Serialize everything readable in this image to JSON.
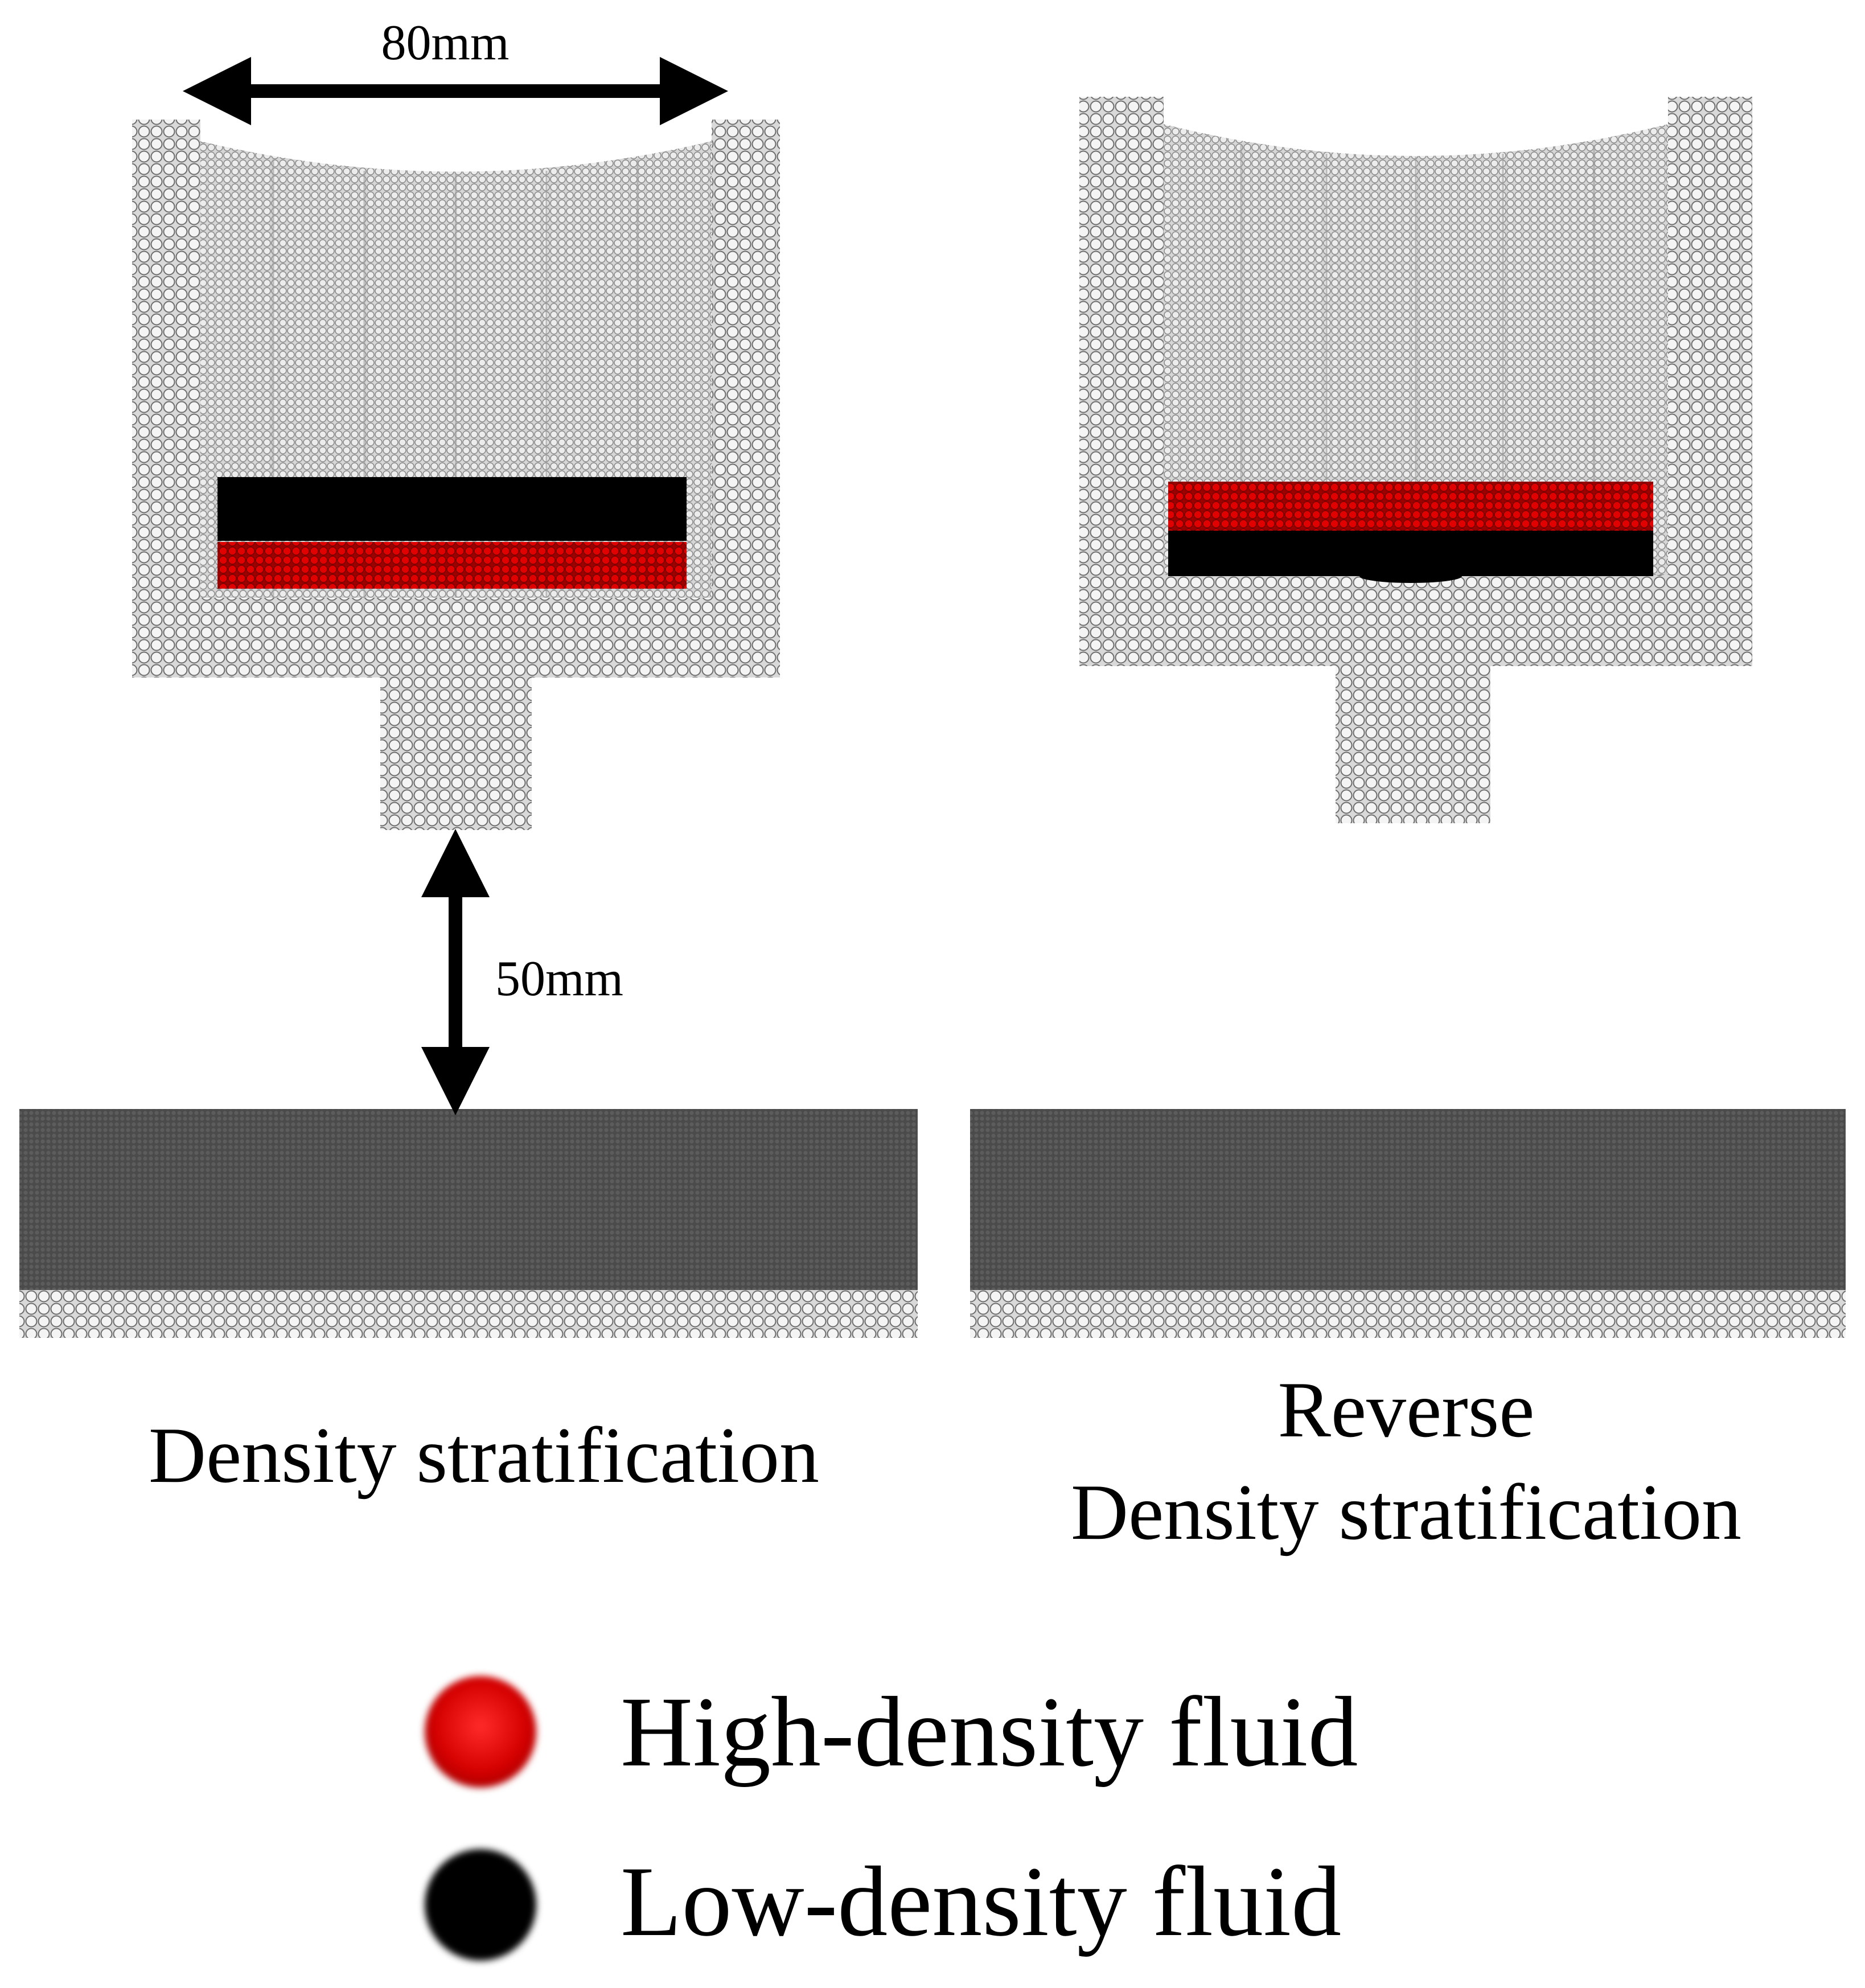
{
  "dimensions": {
    "width_label": "80mm",
    "gap_label": "50mm"
  },
  "panels": {
    "left": {
      "caption": "Density stratification"
    },
    "right": {
      "caption_line1": "Reverse",
      "caption_line2": "Density stratification"
    }
  },
  "legend": {
    "items": [
      {
        "label": "High-density fluid",
        "color": "#d40000"
      },
      {
        "label": "Low-density fluid",
        "color": "#000000"
      }
    ]
  },
  "colors": {
    "vessel_particles": "#cfcfcf",
    "vessel_outline": "#6e6e6e",
    "substrate": "#4a4a4a",
    "high_density": "#d40000",
    "low_density": "#000000"
  }
}
